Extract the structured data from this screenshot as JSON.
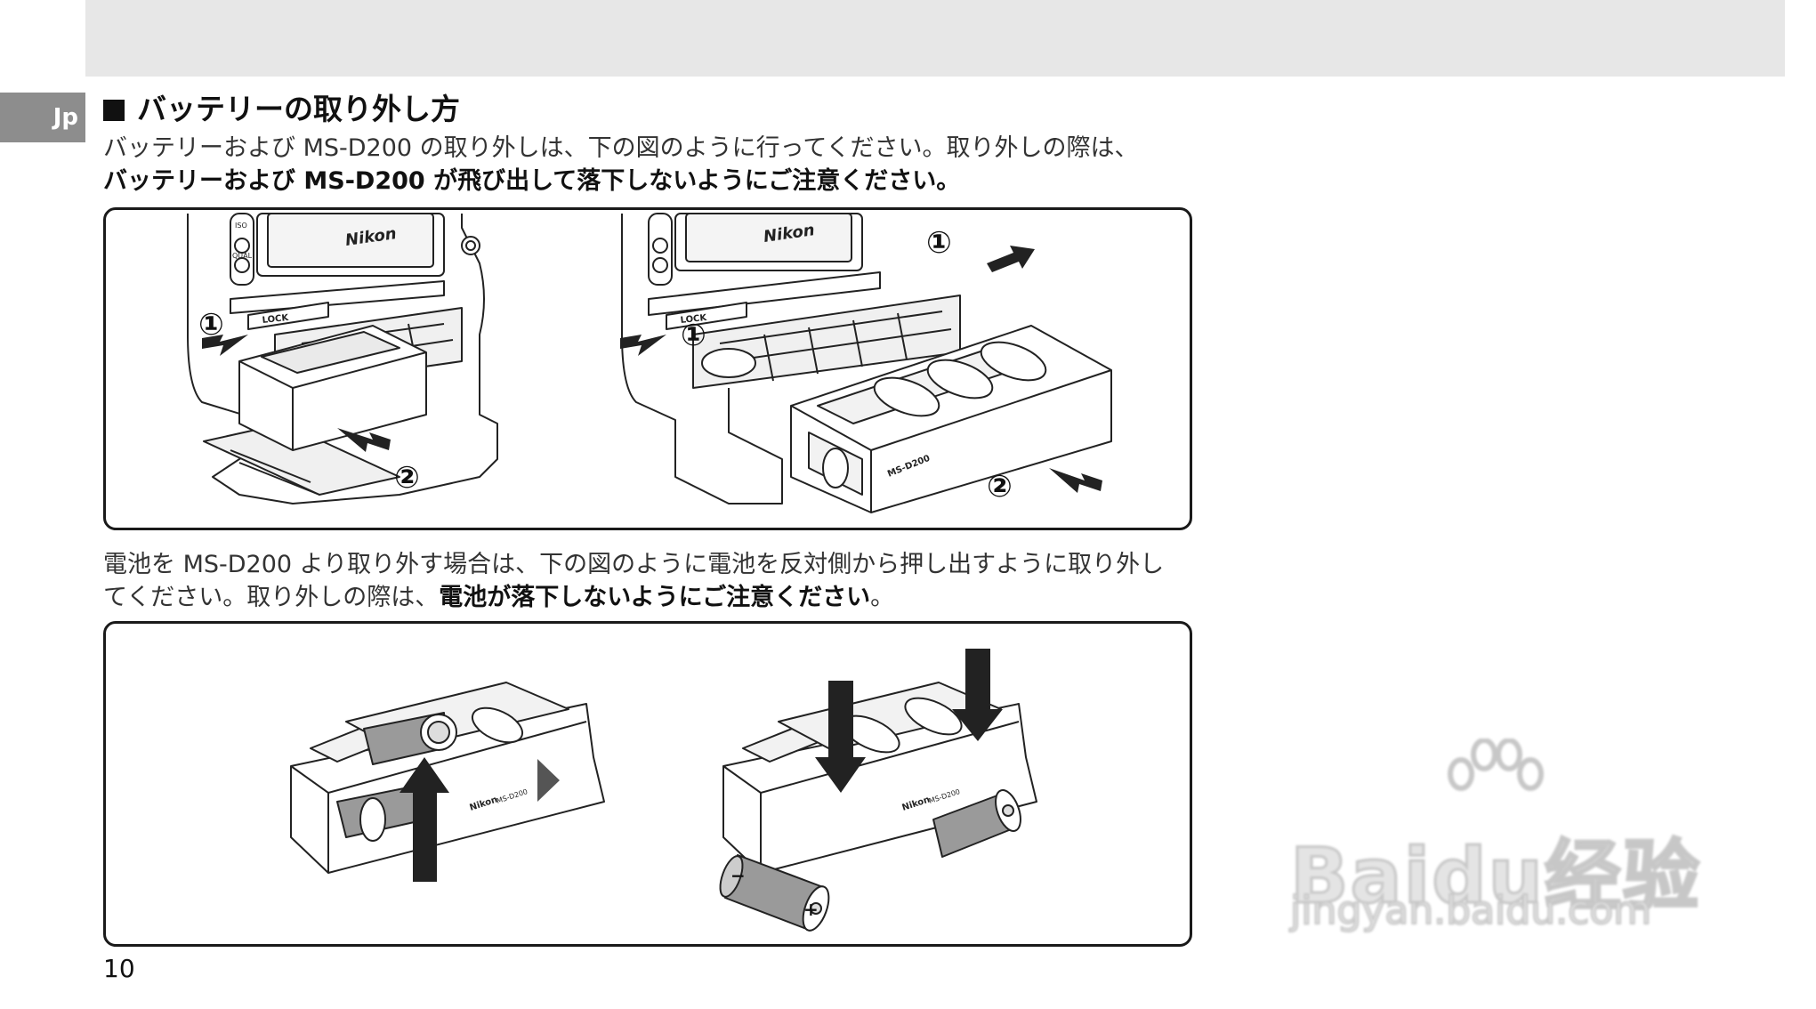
{
  "language_tab": "Jp",
  "heading": "バッテリーの取り外し方",
  "intro": {
    "line1": "バッテリーおよび MS-D200 の取り外しは、下の図のように行ってください。取り外しの際は、",
    "line2": "バッテリーおよび MS-D200 が飛び出して落下しないようにご注意ください。"
  },
  "second": {
    "line1": "電池を MS-D200 より取り外す場合は、下の図のように電池を反対側から押し出すように取り外し",
    "line2_normal": "てください。取り外しの際は、",
    "line2_bold": "電池が落下しないようにご注意ください",
    "line2_end": "。"
  },
  "figure1": {
    "brand_label": "Nikon",
    "lock_label": "LOCK",
    "button_labels": [
      "ISO",
      "QUAL"
    ],
    "step1_marker": "①",
    "step2_marker": "②",
    "holder_label": "MS-D200"
  },
  "figure2": {
    "brand_label": "Nikon",
    "holder_label": "MS-D200",
    "plus_sign": "+",
    "minus_sign": "−"
  },
  "page_number": "10",
  "watermark": {
    "wordmark": "Bai",
    "wordmark_badge": "du",
    "wordmark_cjk": "经验",
    "url": "jingyan.baidu.com"
  }
}
